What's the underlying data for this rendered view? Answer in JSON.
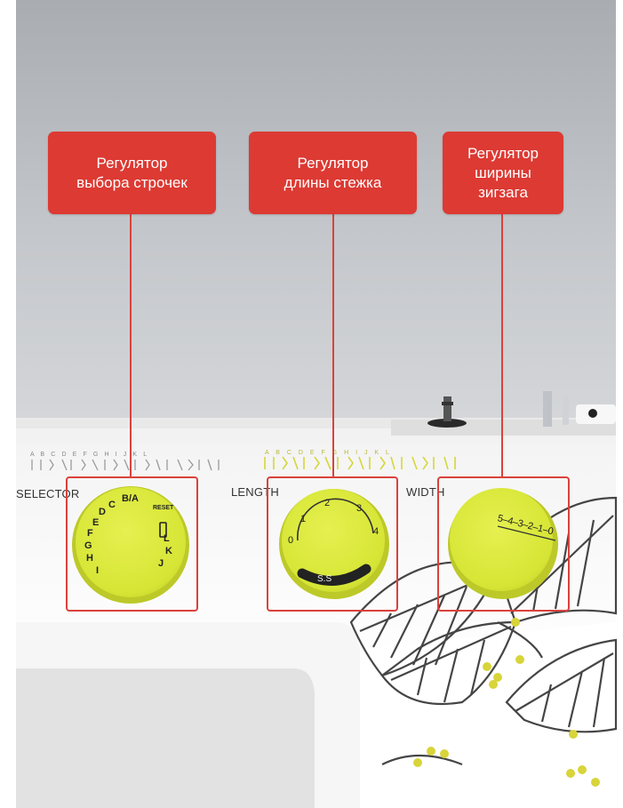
{
  "callouts": {
    "selector": "Регулятор\nвыбора строчек",
    "length": "Регулятор\nдлины стежка",
    "width": "Регулятор\nширины\nзигзага"
  },
  "panel_labels": {
    "selector": "SELECTOR",
    "length": "LENGTH",
    "width": "WIDTH"
  },
  "selector_dial": {
    "letters": [
      "B/A",
      "C",
      "D",
      "E",
      "F",
      "G",
      "H",
      "I",
      "J",
      "K",
      "L"
    ],
    "reset": "RESET"
  },
  "length_dial": {
    "scale": [
      "0",
      "1",
      "2",
      "3",
      "4"
    ],
    "special": "S.S"
  },
  "width_dial": {
    "scale": "5–4–3–2–1–0"
  },
  "stitch_chart": {
    "left_letters": "A B C D E F G H I J K L",
    "right_letters": "A B C D E F G H I J K L"
  },
  "colors": {
    "callout": "#dc3a33",
    "dial": "#d9e83a",
    "frame": "#d9423c",
    "background_top": "#b6b9bd"
  }
}
